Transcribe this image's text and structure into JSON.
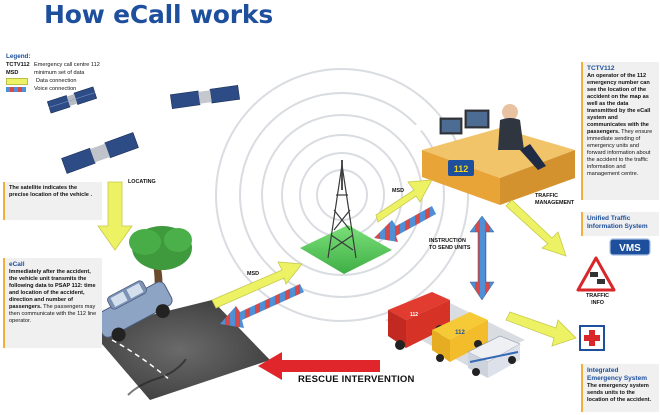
{
  "title": "How eCall works",
  "legend": {
    "heading": "Legend:",
    "items": [
      {
        "key": "TCTV112",
        "text": "Emergency call centre 112"
      },
      {
        "key": "MSD",
        "text": "minimum set of data"
      },
      {
        "key": "",
        "text": "Data connection",
        "swatch": "data"
      },
      {
        "key": "",
        "text": "Voice connection",
        "swatch": "voice"
      }
    ]
  },
  "satellite_box": {
    "text": "The satellite indicates the precise location of the vehicle ."
  },
  "ecall_box": {
    "heading": "eCall",
    "bold": "Immediately after the accident, the vehicle unit transmits the following data to PSAP 112: time and location of the accident, direction and number of passengers.",
    "text": "The passengers may then communicate with the 112 line operator."
  },
  "tctv_box": {
    "heading": "TCTV112",
    "bold": "An operator of the 112 emergency number can see the location of the accident on the map as well as the data transmitted by the eCall system and communicates with the passengers.",
    "text": "They ensure immediate sending of emergency units and forward information about the accident to the traffic information and management centre."
  },
  "unified_box": {
    "heading": "Unified Traffic Information System"
  },
  "ies_box": {
    "heading": "Integrated Emergency System",
    "bold": "The emergency system sends units to the location of the accident."
  },
  "labels": {
    "locating": "LOCATING",
    "msd_top": "MSD",
    "msd_left": "MSD",
    "traffic_management": "TRAFFIC\nMANAGEMENT",
    "instruction": "INSTRUCTION\nTO SEND UNITS",
    "traffic_info": "TRAFFIC\nINFO",
    "rescue": "RESCUE  INTERVENTION",
    "vms": "VMS",
    "desk_sign": "112",
    "truck_sign": "112",
    "van_sign": "112"
  },
  "colors": {
    "title_blue": "#1d4f9c",
    "data_arrow": "#ecf263",
    "voice_blue": "#4e8fd6",
    "voice_red": "#d44a4a",
    "rescue_red": "#e0262a",
    "box_border": "#f0b03b"
  }
}
